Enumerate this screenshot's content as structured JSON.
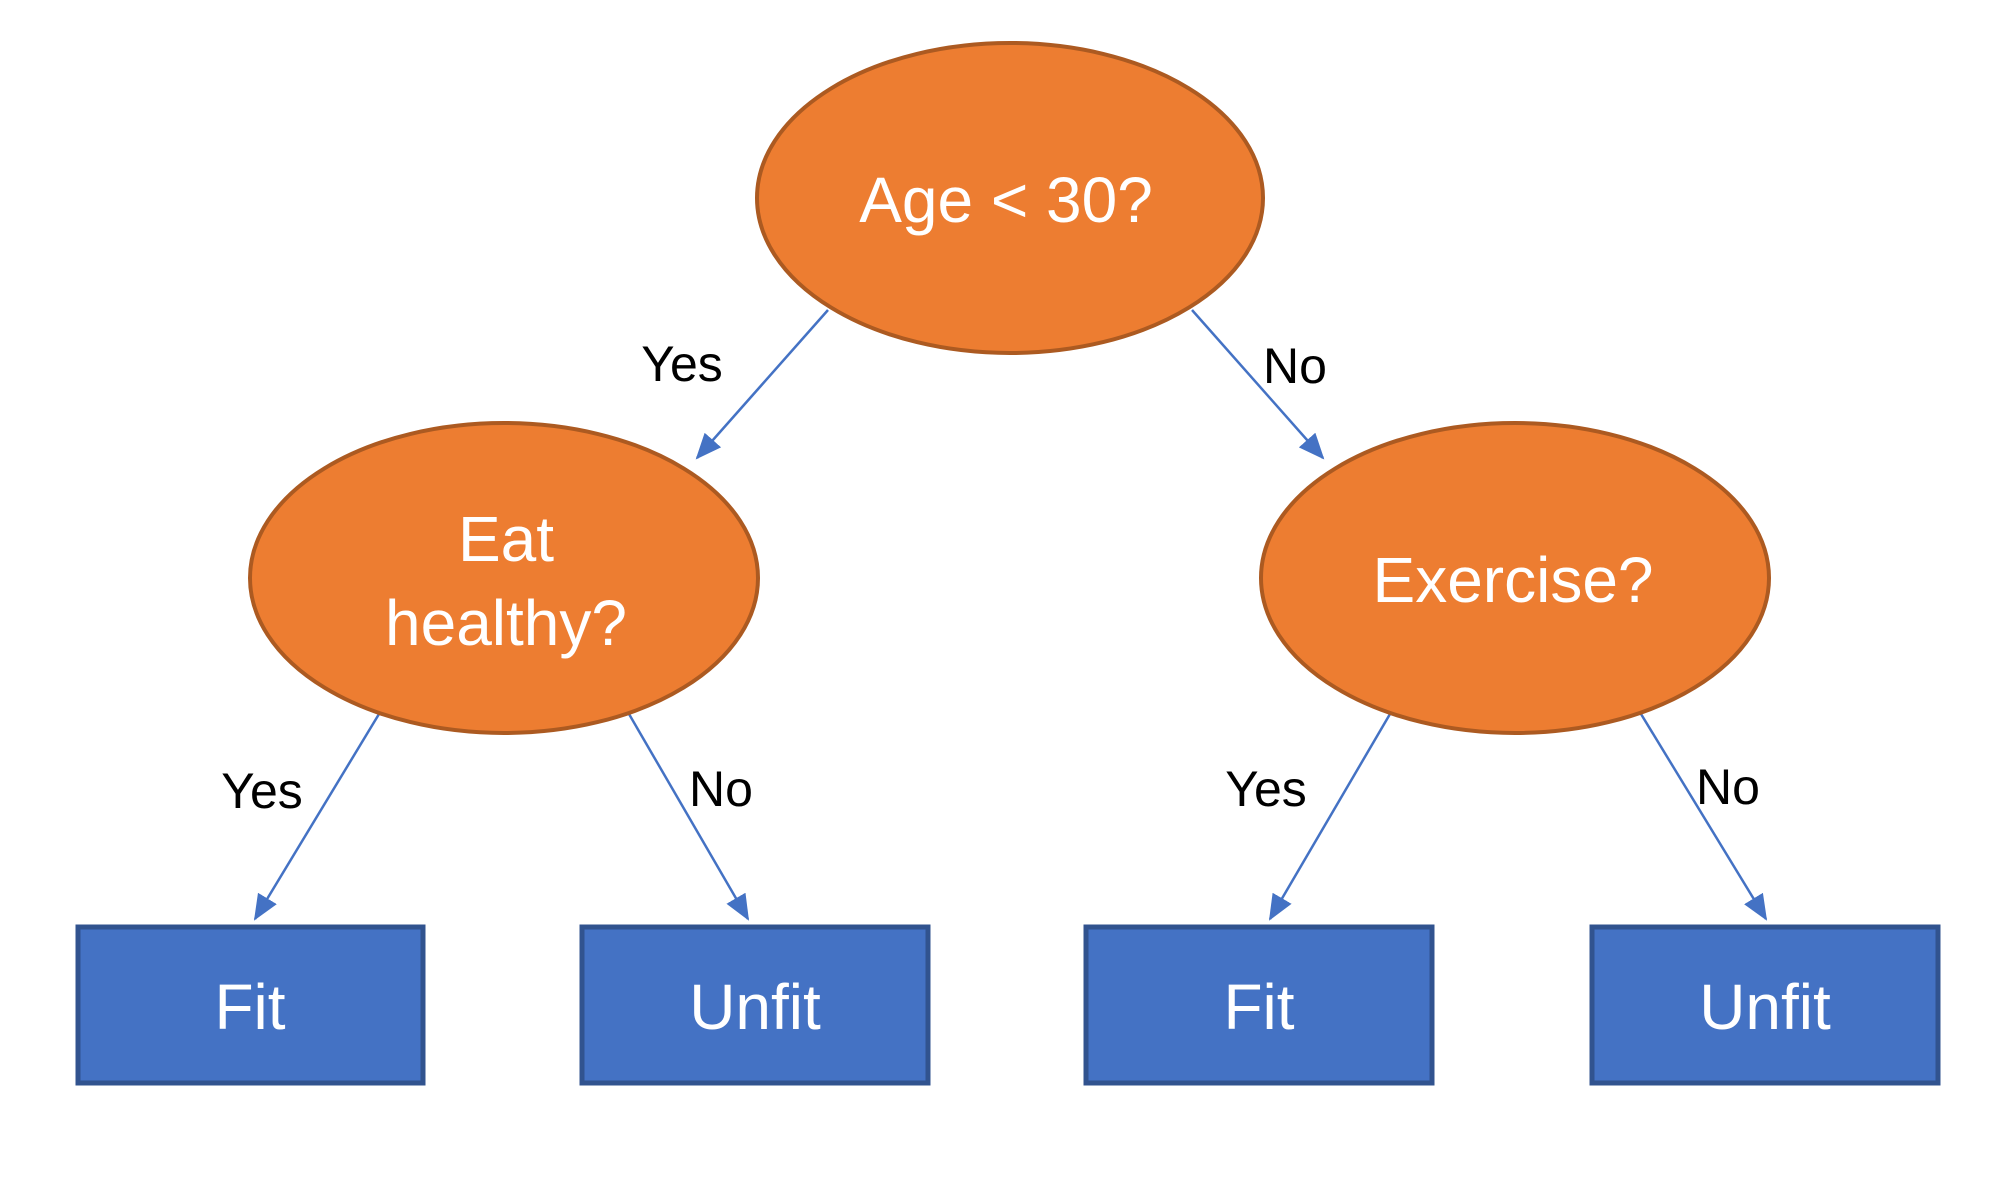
{
  "colors": {
    "background": "#FFFFFF",
    "decision_fill": "#ED7D31",
    "decision_border": "#AC5A21",
    "leaf_fill": "#4472C4",
    "leaf_border": "#31538F",
    "arrow": "#4472C4",
    "edge_label_text": "#000000",
    "shape_text": "#FFFFFF"
  },
  "nodes": {
    "root": {
      "type": "decision",
      "label": "Age < 30?"
    },
    "eat_healthy": {
      "type": "decision",
      "label": "Eat healthy?",
      "line1": "Eat",
      "line2": "healthy?"
    },
    "exercise": {
      "type": "decision",
      "label": "Exercise?"
    },
    "fit_left": {
      "type": "leaf",
      "label": "Fit"
    },
    "unfit_left": {
      "type": "leaf",
      "label": "Unfit"
    },
    "fit_right": {
      "type": "leaf",
      "label": "Fit"
    },
    "unfit_right": {
      "type": "leaf",
      "label": "Unfit"
    }
  },
  "edges": {
    "root_yes": {
      "label": "Yes",
      "from": "root",
      "to": "eat_healthy"
    },
    "root_no": {
      "label": "No",
      "from": "root",
      "to": "exercise"
    },
    "eat_yes": {
      "label": "Yes",
      "from": "eat_healthy",
      "to": "fit_left"
    },
    "eat_no": {
      "label": "No",
      "from": "eat_healthy",
      "to": "unfit_left"
    },
    "exercise_yes": {
      "label": "Yes",
      "from": "exercise",
      "to": "fit_right"
    },
    "exercise_no": {
      "label": "No",
      "from": "exercise",
      "to": "unfit_right"
    }
  }
}
